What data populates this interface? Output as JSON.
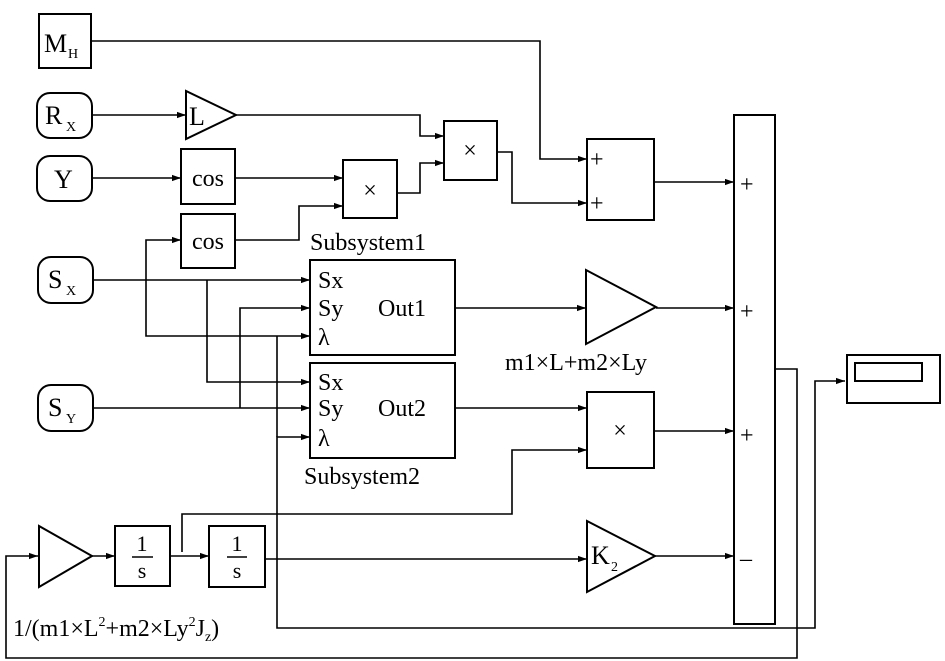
{
  "inputs": {
    "mh": {
      "main": "M",
      "sub": "H"
    },
    "rx": {
      "main": "R",
      "sub": "X"
    },
    "y": {
      "main": "Y"
    },
    "sx": {
      "main": "S",
      "sub": "X"
    },
    "sy": {
      "main": "S",
      "sub": "Y"
    }
  },
  "blocks": {
    "gain_l": "L",
    "cos1": "cos",
    "cos2": "cos",
    "product_symbol": "×",
    "sum_plus": "+",
    "sum_minus": "–",
    "integrator": {
      "num": "1",
      "den": "s"
    },
    "gain_k2": {
      "main": "K",
      "sub": "2"
    }
  },
  "subsystem1": {
    "label": "Subsystem1",
    "in1": "Sx",
    "in2": "Sy",
    "in3": "λ",
    "out": "Out1"
  },
  "subsystem2": {
    "label": "Subsystem2",
    "in1": "Sx",
    "in2": "Sy",
    "in3": "λ",
    "out": "Out2"
  },
  "labels": {
    "gain_mid": "m1×L+m2×Ly",
    "gain_inertia": {
      "p1": "1/(m1×L",
      "p2": "2",
      "p3": "+m2×Ly",
      "p4": "2",
      "p5": "J",
      "p6": "z",
      "p7": ")"
    }
  }
}
